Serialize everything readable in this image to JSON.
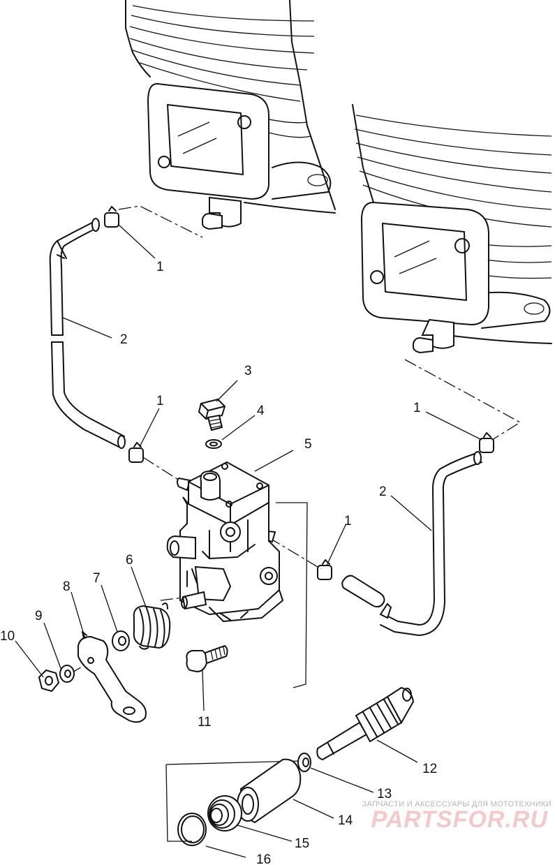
{
  "callouts": [
    "1",
    "2",
    "3",
    "4",
    "5",
    "6",
    "7",
    "8",
    "9",
    "10",
    "11",
    "12",
    "13",
    "14",
    "15",
    "16"
  ],
  "watermark": {
    "caption": "ЗАПЧАСТИ И АКСЕССУАРЫ ДЛЯ МОТОТЕХНИКИ",
    "logo": "PARTSFOR.RU"
  }
}
